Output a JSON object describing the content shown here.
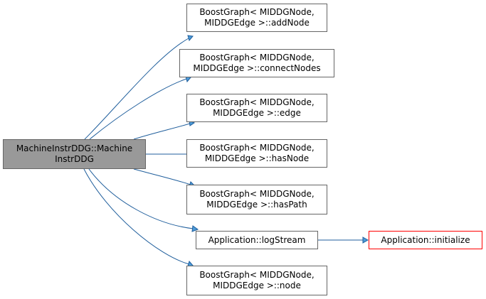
{
  "graph": {
    "root": {
      "line1": "MachineInstrDDG::Machine",
      "line2": "InstrDDG"
    },
    "nodes": [
      {
        "line1": "BoostGraph< MIDDGNode,",
        "line2": "MIDDGEdge >::addNode"
      },
      {
        "line1": "BoostGraph< MIDDGNode,",
        "line2": "MIDDGEdge >::connectNodes"
      },
      {
        "line1": "BoostGraph< MIDDGNode,",
        "line2": "MIDDGEdge >::edge"
      },
      {
        "line1": "BoostGraph< MIDDGNode,",
        "line2": "MIDDGEdge >::hasNode"
      },
      {
        "line1": "BoostGraph< MIDDGNode,",
        "line2": "MIDDGEdge >::hasPath"
      },
      {
        "line1": "Application::logStream"
      },
      {
        "line1": "BoostGraph< MIDDGNode,",
        "line2": "MIDDGEdge >::node"
      },
      {
        "line1": "Application::initialize"
      }
    ],
    "colors": {
      "root_fill": "#999999",
      "node_border": "#666666",
      "highlight_border": "#ff0000",
      "edge_stroke": "#1f5e9c",
      "arrow_fill": "#4d9bd8"
    }
  }
}
